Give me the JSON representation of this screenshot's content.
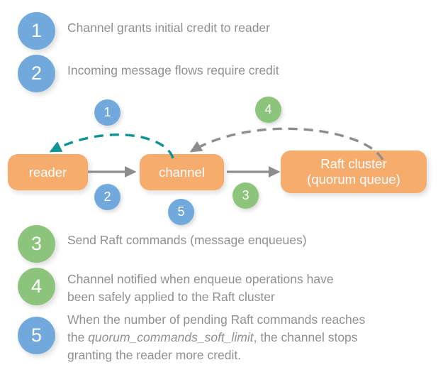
{
  "colors": {
    "badge_blue": "#71a9dc",
    "badge_green": "#8cc47c",
    "node_orange": "#f6ac6d",
    "text_gray": "#8f9093",
    "arrow_gray": "#8d8d8d",
    "arrow_teal": "#0e9397",
    "background": "#ffffff"
  },
  "legend_top": [
    {
      "number": "1",
      "color": "blue",
      "text": "Channel grants initial credit to reader"
    },
    {
      "number": "2",
      "color": "blue",
      "text": "Incoming message flows require credit"
    }
  ],
  "legend_bottom": [
    {
      "number": "3",
      "color": "green",
      "text": "Send Raft commands (message enqueues)"
    },
    {
      "number": "4",
      "color": "green",
      "text": "Channel notified when enqueue operations have\nbeen safely applied to the Raft cluster"
    },
    {
      "number": "5",
      "color": "blue",
      "text_part1": "When the number of pending Raft commands reaches",
      "text_part2_prefix": "the ",
      "text_part2_italic": "quorum_commands_soft_limit",
      "text_part2_suffix": ", the channel stops",
      "text_part3": "granting the reader more credit."
    }
  ],
  "diagram": {
    "nodes": [
      {
        "id": "reader",
        "label": "reader"
      },
      {
        "id": "channel",
        "label": "channel"
      },
      {
        "id": "raft-cluster",
        "label": "Raft cluster\n(quorum queue)"
      }
    ],
    "badges": [
      {
        "number": "1",
        "color": "blue",
        "name": "diagram-badge-1"
      },
      {
        "number": "2",
        "color": "blue",
        "name": "diagram-badge-2"
      },
      {
        "number": "3",
        "color": "green",
        "name": "diagram-badge-3"
      },
      {
        "number": "4",
        "color": "green",
        "name": "diagram-badge-4"
      },
      {
        "number": "5",
        "color": "blue",
        "name": "diagram-badge-5"
      }
    ],
    "edges": [
      {
        "id": "reader-to-channel",
        "style": "solid",
        "color": "#8d8d8d",
        "label": ""
      },
      {
        "id": "channel-to-raft",
        "style": "solid",
        "color": "#8d8d8d",
        "label": ""
      },
      {
        "id": "channel-to-reader-credit",
        "style": "dashed",
        "color": "#0e9397",
        "label": ""
      },
      {
        "id": "raft-to-channel-notify",
        "style": "dashed",
        "color": "#8d8d8d",
        "label": ""
      }
    ]
  }
}
